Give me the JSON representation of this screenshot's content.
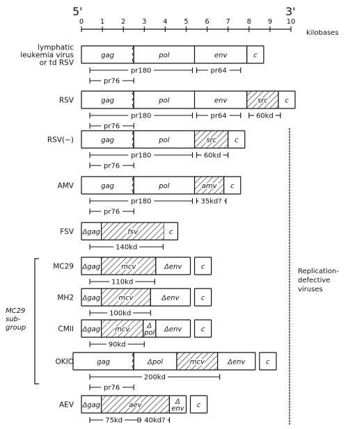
{
  "axis": {
    "ticks": [
      "0",
      "1",
      "2",
      "3",
      "4",
      "5",
      "6",
      "7",
      "8",
      "9",
      "10"
    ],
    "unit": "kilobases",
    "left_end": "5'",
    "right_end": "3'"
  },
  "rows": [
    {
      "name": "lymphatic\nleukemia virus\nor td RSV",
      "segments": [
        {
          "label": "gag",
          "start": 0,
          "end": 2.5,
          "hatched": false,
          "wavy_end": true
        },
        {
          "label": "pol",
          "start": 2.5,
          "end": 5.4,
          "hatched": false
        },
        {
          "label": "env",
          "start": 5.4,
          "end": 7.9,
          "hatched": false
        },
        {
          "label": "c",
          "start": 7.9,
          "end": 8.7,
          "hatched": false
        }
      ],
      "products": [
        {
          "label": "pr180",
          "start": 0.4,
          "end": 5.3,
          "lane": 0
        },
        {
          "label": "pr64",
          "start": 5.5,
          "end": 7.6,
          "lane": 0
        },
        {
          "label": "pr76",
          "start": 0.4,
          "end": 2.5,
          "lane": 1
        }
      ]
    },
    {
      "name": "RSV",
      "segments": [
        {
          "label": "gag",
          "start": 0,
          "end": 2.5,
          "hatched": false,
          "wavy_end": true
        },
        {
          "label": "pol",
          "start": 2.5,
          "end": 5.4,
          "hatched": false
        },
        {
          "label": "env",
          "start": 5.4,
          "end": 7.9,
          "hatched": false
        },
        {
          "label": "src",
          "start": 7.9,
          "end": 9.4,
          "hatched": true
        },
        {
          "label": "c",
          "start": 9.4,
          "end": 10.2,
          "hatched": false
        }
      ],
      "products": [
        {
          "label": "pr180",
          "start": 0.4,
          "end": 5.3,
          "lane": 0
        },
        {
          "label": "pr64",
          "start": 5.5,
          "end": 7.6,
          "lane": 0
        },
        {
          "label": "60kd",
          "start": 8.0,
          "end": 9.5,
          "lane": 0
        },
        {
          "label": "pr76",
          "start": 0.4,
          "end": 2.5,
          "lane": 1
        }
      ]
    },
    {
      "name": "RSV(−)",
      "segments": [
        {
          "label": "gag",
          "start": 0,
          "end": 2.5,
          "hatched": false,
          "wavy_end": true
        },
        {
          "label": "pol",
          "start": 2.5,
          "end": 5.4,
          "hatched": false
        },
        {
          "label": "src",
          "start": 5.4,
          "end": 7.0,
          "hatched": true
        },
        {
          "label": "c",
          "start": 7.0,
          "end": 7.8,
          "hatched": false
        }
      ],
      "products": [
        {
          "label": "pr180",
          "start": 0.4,
          "end": 5.3,
          "lane": 0
        },
        {
          "label": "60kd",
          "start": 5.5,
          "end": 7.0,
          "lane": 0
        },
        {
          "label": "pr76",
          "start": 0.4,
          "end": 2.5,
          "lane": 1
        }
      ]
    },
    {
      "name": "AMV",
      "segments": [
        {
          "label": "gag",
          "start": 0,
          "end": 2.5,
          "hatched": false,
          "wavy_end": true
        },
        {
          "label": "pol",
          "start": 2.5,
          "end": 5.4,
          "hatched": false
        },
        {
          "label": "amv",
          "start": 5.4,
          "end": 6.8,
          "hatched": true
        },
        {
          "label": "c",
          "start": 6.8,
          "end": 7.6,
          "hatched": false
        }
      ],
      "products": [
        {
          "label": "pr180",
          "start": 0.4,
          "end": 5.3,
          "lane": 0
        },
        {
          "label": "35kd?",
          "start": 5.5,
          "end": 6.9,
          "lane": 0
        },
        {
          "label": "pr76",
          "start": 0.4,
          "end": 2.5,
          "lane": 1
        }
      ]
    },
    {
      "name": "FSV",
      "segments": [
        {
          "label": "Δgag",
          "start": 0,
          "end": 0.95,
          "hatched": false
        },
        {
          "label": "fsv",
          "start": 0.95,
          "end": 3.95,
          "hatched": true
        },
        {
          "label": "c",
          "start": 3.95,
          "end": 4.6,
          "hatched": false,
          "open_left": true
        }
      ],
      "products": [
        {
          "label": "140kd",
          "start": 0.4,
          "end": 3.9,
          "lane": 0
        }
      ]
    },
    {
      "name": "MC29",
      "segments": [
        {
          "label": "Δgag",
          "start": 0,
          "end": 0.95,
          "hatched": false
        },
        {
          "label": "mcv",
          "start": 0.95,
          "end": 3.55,
          "hatched": true
        },
        {
          "label": "Δenv",
          "start": 3.55,
          "end": 5.2,
          "hatched": false
        },
        {
          "label": "c",
          "start": 5.4,
          "end": 6.2,
          "hatched": false
        }
      ],
      "products": [
        {
          "label": "110kd",
          "start": 0.4,
          "end": 3.5,
          "lane": 0
        }
      ]
    },
    {
      "name": "MH2",
      "segments": [
        {
          "label": "Δgag",
          "start": 0,
          "end": 0.95,
          "hatched": false
        },
        {
          "label": "mcv",
          "start": 0.95,
          "end": 3.3,
          "hatched": true
        },
        {
          "label": "Δenv",
          "start": 3.3,
          "end": 5.2,
          "hatched": false
        },
        {
          "label": "c",
          "start": 5.4,
          "end": 6.2,
          "hatched": false
        }
      ],
      "products": [
        {
          "label": "100kd",
          "start": 0.4,
          "end": 3.3,
          "lane": 0
        }
      ]
    },
    {
      "name": "CMII",
      "segments": [
        {
          "label": "Δgag",
          "start": 0,
          "end": 0.95,
          "hatched": false
        },
        {
          "label": "mcv",
          "start": 0.95,
          "end": 2.95,
          "hatched": true
        },
        {
          "label": "Δ\npol",
          "start": 2.95,
          "end": 3.55,
          "hatched": false
        },
        {
          "label": "Δenv",
          "start": 3.55,
          "end": 5.2,
          "hatched": false
        },
        {
          "label": "c",
          "start": 5.4,
          "end": 6.2,
          "hatched": false
        }
      ],
      "products": [
        {
          "label": "90kd",
          "start": 0.4,
          "end": 3.0,
          "lane": 0
        }
      ]
    },
    {
      "name": "OKIO",
      "segments": [
        {
          "label": "gag",
          "start": -0.4,
          "end": 2.5,
          "hatched": false,
          "wavy_end": true
        },
        {
          "label": "Δpol",
          "start": 2.5,
          "end": 4.55,
          "hatched": false
        },
        {
          "label": "mcv",
          "start": 4.55,
          "end": 6.5,
          "hatched": true
        },
        {
          "label": "Δenv",
          "start": 6.5,
          "end": 8.3,
          "hatched": false
        },
        {
          "label": "c",
          "start": 8.5,
          "end": 9.3,
          "hatched": false
        }
      ],
      "products": [
        {
          "label": "200kd",
          "start": 0.4,
          "end": 6.6,
          "lane": 0
        },
        {
          "label": "pr76",
          "start": 0.4,
          "end": 2.5,
          "lane": 1
        }
      ]
    },
    {
      "name": "AEV",
      "segments": [
        {
          "label": "Δgag",
          "start": 0,
          "end": 0.95,
          "hatched": false
        },
        {
          "label": "aev",
          "start": 0.95,
          "end": 4.2,
          "hatched": true
        },
        {
          "label": "Δ\nenv",
          "start": 4.2,
          "end": 5.0,
          "hatched": false
        },
        {
          "label": "c",
          "start": 5.2,
          "end": 6.0,
          "hatched": false
        }
      ],
      "products": [
        {
          "label": "75kd",
          "start": 0.4,
          "end": 2.7,
          "lane": 0
        },
        {
          "label": "40kd?",
          "start": 2.8,
          "end": 4.2,
          "lane": 0
        }
      ]
    }
  ],
  "replication_defective_label": "Replication-\ndefective\nviruses",
  "subgroup_label": "MC29\nsub-\ngroup"
}
